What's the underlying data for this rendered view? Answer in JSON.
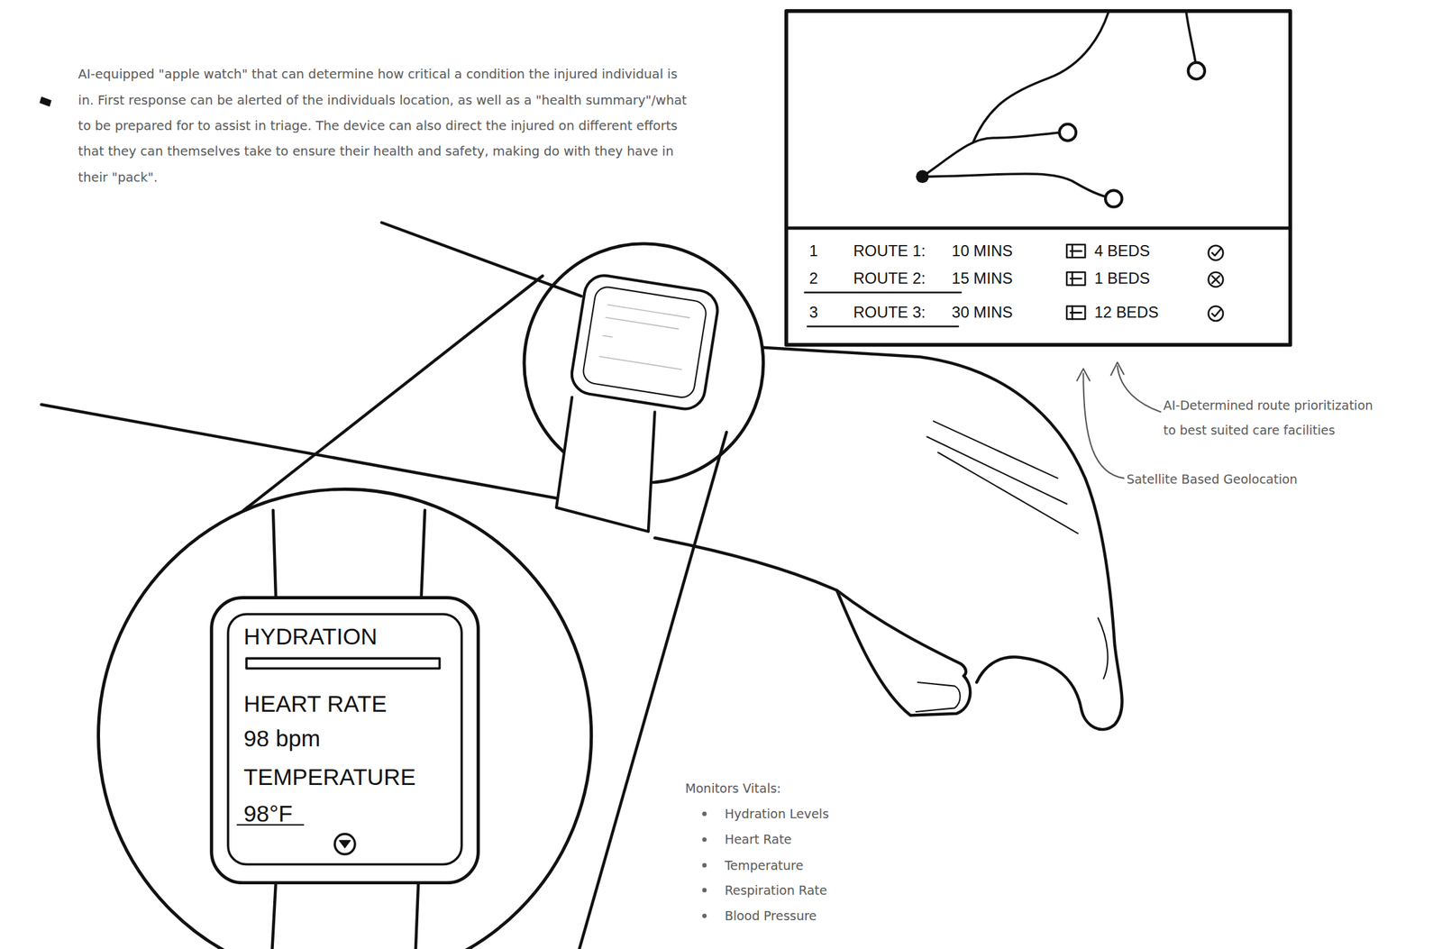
{
  "diagram": {
    "nodes": [
      {
        "text": [
          "1",
          "ROUTE 1:",
          "10 MINS",
          "4 BEDS",
          "2",
          "ROUTE 2:",
          "15 MINS",
          "1 BEDS",
          "3",
          "ROUTE 3:",
          "30 MINS",
          "12 BEDS"
        ]
      },
      {
        "text": [
          "HYDRATION",
          "HEART RATE",
          "98 bpm",
          "TEMPERATURE",
          "98°F"
        ]
      }
    ],
    "labels": [
      "AI-equipped \"apple watch\" that can determine how critical a condition the injured individual is in. First response can be alerted of the individuals location, as well as a \"health summary\"/what to be prepared for to assist in triage. The device can also direct the injured on different efforts that they can themselves take to ensure their health and safety, making do with they have in their \"pack\".",
      "AI-Determined route prioritization to best suited care facilities",
      "Satellite Based Geolocation",
      "Monitors Vitals:",
      "Hydration Levels",
      "Heart Rate",
      "Temperature",
      "Respiration Rate",
      "Blood Pressure"
    ]
  }
}
